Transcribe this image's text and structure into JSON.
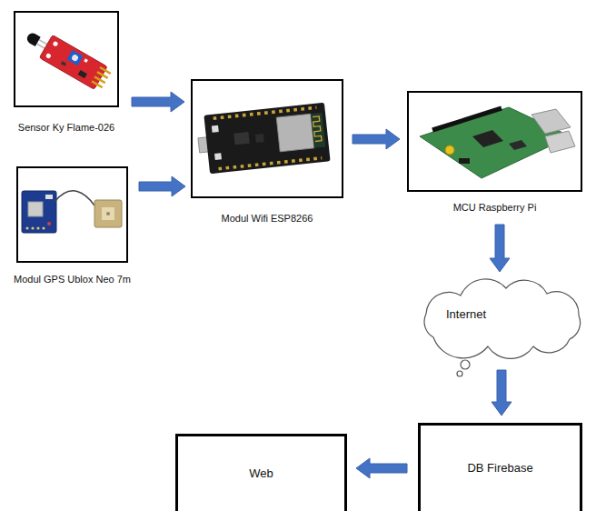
{
  "diagram": {
    "nodes": [
      {
        "text": [
          "Sensor Ky Flame-026"
        ]
      },
      {
        "text": [
          "Modul GPS Ublox Neo 7m"
        ]
      },
      {
        "text": [
          "Modul Wifi ESP8266"
        ]
      },
      {
        "text": [
          "MCU Raspberry Pi"
        ]
      },
      {
        "text": [
          "Internet"
        ]
      },
      {
        "text": [
          "DB Firebase"
        ]
      },
      {
        "text": [
          "Web"
        ]
      }
    ],
    "edges": [
      {
        "from": 0,
        "to": 2,
        "arrow": "to"
      },
      {
        "from": 1,
        "to": 2,
        "arrow": "to"
      },
      {
        "from": 2,
        "to": 3,
        "arrow": "to"
      },
      {
        "from": 3,
        "to": 4,
        "arrow": "to"
      },
      {
        "from": 4,
        "to": 5,
        "arrow": "to"
      },
      {
        "from": 5,
        "to": 6,
        "arrow": "to"
      }
    ]
  }
}
